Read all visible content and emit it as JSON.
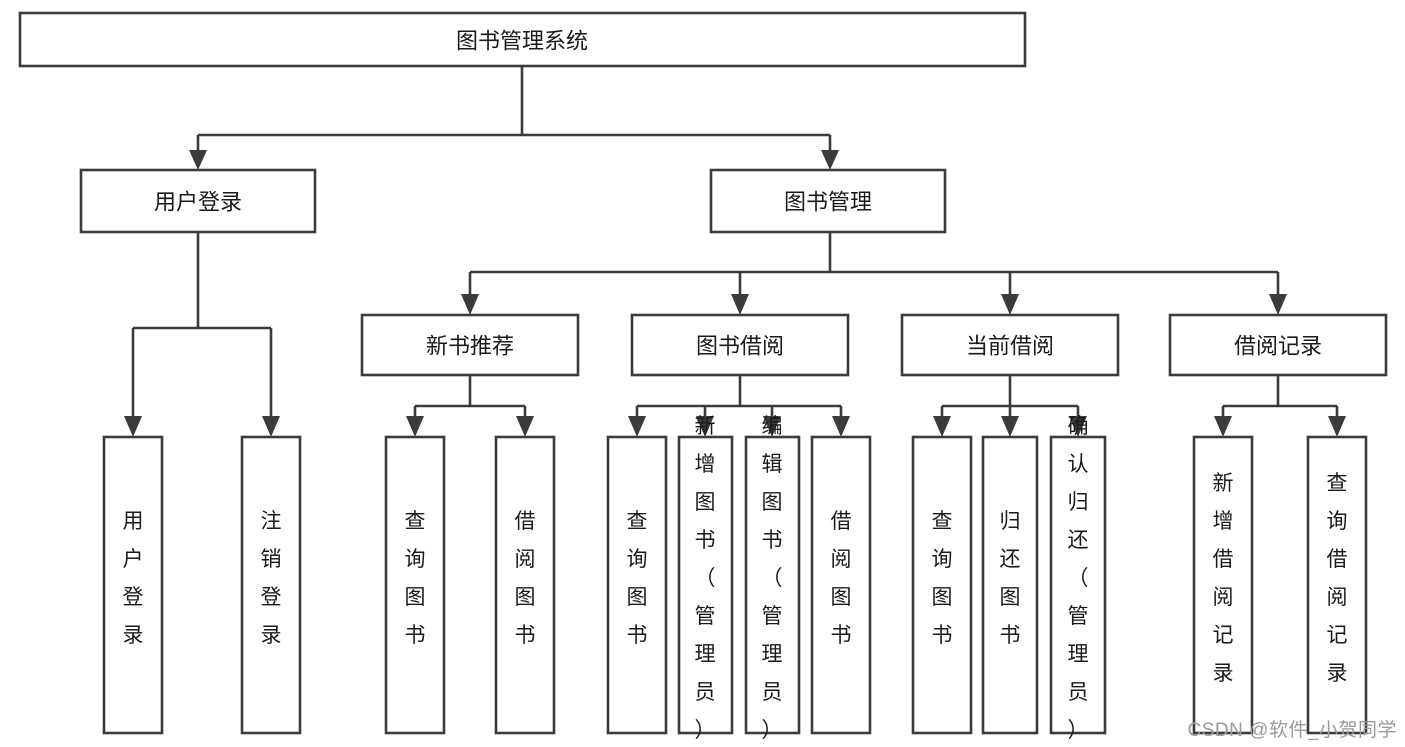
{
  "diagram": {
    "type": "tree-hierarchy-chart",
    "title": "图书管理系统",
    "watermark": "CSDN @软件_小贺同学",
    "colors": {
      "background": "#ffffff",
      "box_fill": "#ffffff",
      "line": "#3b3b3b",
      "text": "#1a1a1a",
      "watermark": "#9a9a9a"
    },
    "levels": {
      "level1": [
        {
          "id": "root",
          "label": "图书管理系统",
          "orientation": "horizontal"
        }
      ],
      "level2": [
        {
          "id": "user-login",
          "label": "用户登录",
          "orientation": "horizontal",
          "parent": "root"
        },
        {
          "id": "book-manage",
          "label": "图书管理",
          "orientation": "horizontal",
          "parent": "root"
        }
      ],
      "level3": [
        {
          "id": "new-book-rec",
          "label": "新书推荐",
          "orientation": "horizontal",
          "parent": "book-manage"
        },
        {
          "id": "book-borrow",
          "label": "图书借阅",
          "orientation": "horizontal",
          "parent": "book-manage"
        },
        {
          "id": "current-borrow",
          "label": "当前借阅",
          "orientation": "horizontal",
          "parent": "book-manage"
        },
        {
          "id": "borrow-record",
          "label": "借阅记录",
          "orientation": "horizontal",
          "parent": "book-manage"
        }
      ],
      "level4": [
        {
          "id": "leaf-user-login",
          "label": "用户登录",
          "orientation": "vertical",
          "parent": "user-login"
        },
        {
          "id": "leaf-user-logout",
          "label": "注销登录",
          "orientation": "vertical",
          "parent": "user-login"
        },
        {
          "id": "leaf-query-book-1",
          "label": "查询图书",
          "orientation": "vertical",
          "parent": "new-book-rec"
        },
        {
          "id": "leaf-borrow-book-1",
          "label": "借阅图书",
          "orientation": "vertical",
          "parent": "new-book-rec"
        },
        {
          "id": "leaf-query-book-2",
          "label": "查询图书",
          "orientation": "vertical",
          "parent": "book-borrow"
        },
        {
          "id": "leaf-add-book",
          "label": "新增图书（管理员）",
          "orientation": "vertical",
          "parent": "book-borrow"
        },
        {
          "id": "leaf-edit-book",
          "label": "编辑图书（管理员）",
          "orientation": "vertical",
          "parent": "book-borrow"
        },
        {
          "id": "leaf-borrow-book-2",
          "label": "借阅图书",
          "orientation": "vertical",
          "parent": "book-borrow"
        },
        {
          "id": "leaf-query-book-3",
          "label": "查询图书",
          "orientation": "vertical",
          "parent": "current-borrow"
        },
        {
          "id": "leaf-return-book",
          "label": "归还图书",
          "orientation": "vertical",
          "parent": "current-borrow"
        },
        {
          "id": "leaf-confirm-return",
          "label": "确认归还（管理员）",
          "orientation": "vertical",
          "parent": "current-borrow"
        },
        {
          "id": "leaf-add-record",
          "label": "新增借阅记录",
          "orientation": "vertical",
          "parent": "borrow-record"
        },
        {
          "id": "leaf-query-record",
          "label": "查询借阅记录",
          "orientation": "vertical",
          "parent": "borrow-record"
        }
      ]
    }
  }
}
